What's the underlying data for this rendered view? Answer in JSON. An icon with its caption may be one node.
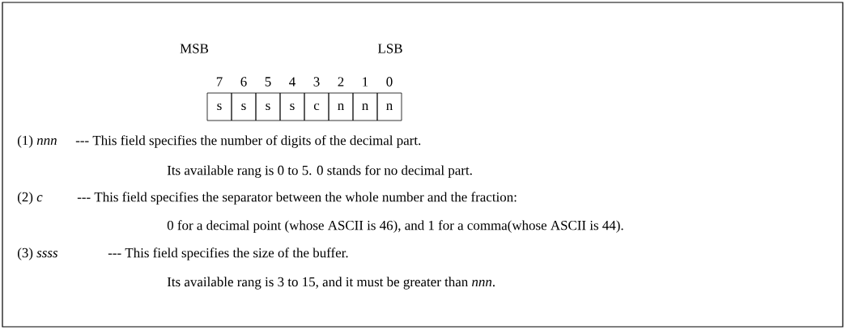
{
  "diagram": {
    "nodes": [
      {
        "text": [
          "s"
        ]
      },
      {
        "text": [
          "s"
        ]
      },
      {
        "text": [
          "s"
        ]
      },
      {
        "text": [
          "s"
        ]
      },
      {
        "text": [
          "c"
        ]
      },
      {
        "text": [
          "n"
        ]
      },
      {
        "text": [
          "n"
        ]
      },
      {
        "text": [
          "n"
        ]
      }
    ],
    "labels": [
      "MSB",
      "LSB",
      "7",
      "6",
      "5",
      "4",
      "3",
      "2",
      "1",
      "0",
      "(1) *nnn*",
      "--- This field specifies the number of digits of the decimal part.",
      "Its available rang is 0 to 5.  0 stands for no decimal part.",
      "(2) *c*",
      "--- This field specifies the separator between the whole number and the fraction:",
      "0 for a decimal point (whose ASCII is 46), and 1 for a comma(whose ASCII is 44).",
      "(3) *ssss*",
      "--- This field specifies the size of the buffer.",
      "Its available rang  is 3 to 15, and it must be greater than *nnn*."
    ]
  }
}
